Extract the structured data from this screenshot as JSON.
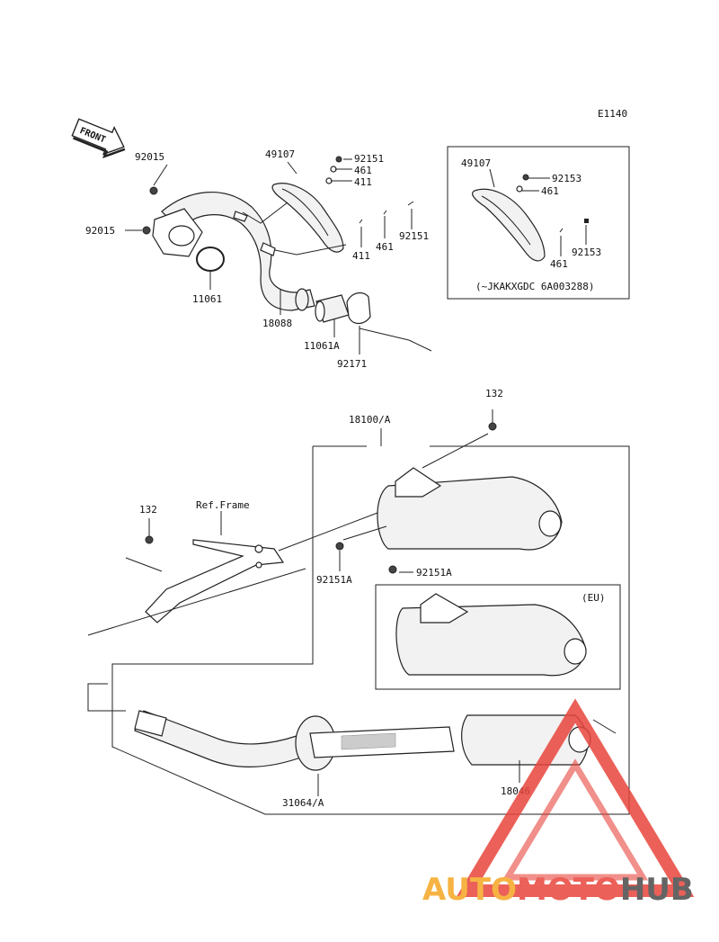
{
  "diagram_id": "E1140",
  "front_arrow_label": "FRONT",
  "upper_section": {
    "labels": {
      "p92015_a": "92015",
      "p92015_b": "92015",
      "p49107": "49107",
      "p92151_top": "92151",
      "p461_top": "461",
      "p411_top": "411",
      "p411_mid": "411",
      "p461_mid": "461",
      "p92151_mid": "92151",
      "p11061": "11061",
      "p18088": "18088",
      "p11061A": "11061A",
      "p92171": "92171"
    },
    "inset": {
      "p49107": "49107",
      "p92153_top": "92153",
      "p461_top": "461",
      "p461_bot": "461",
      "p92153_bot": "92153",
      "note": "(~JKAKXGDC 6A003288)"
    }
  },
  "lower_section": {
    "labels": {
      "p132_right": "132",
      "p18100A": "18100/A",
      "p132_left": "132",
      "ref_frame": "Ref.Frame",
      "p92151A_left": "92151A",
      "p92151A_right": "92151A",
      "eu_note": "(EU)",
      "p31064A": "31064/A",
      "p18046": "18046"
    }
  },
  "watermark": {
    "text_a": "AUTO",
    "text_b": "MOTO",
    "text_c": "HUB",
    "colors": {
      "orange": "#f5a623",
      "red": "#e8453c",
      "gray": "#4a4a4a"
    }
  }
}
